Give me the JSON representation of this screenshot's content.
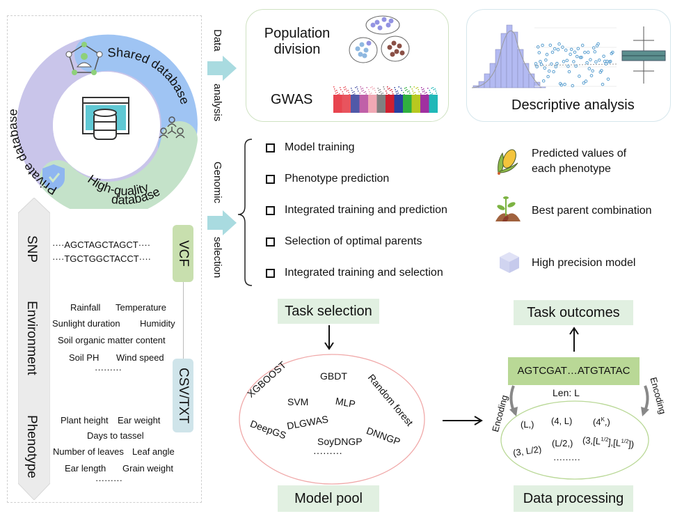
{
  "database_ring": {
    "private": "Private database",
    "shared": "Shared database",
    "high_quality_line1": "High-quality",
    "high_quality_line2": "database",
    "colors": {
      "private": "#c9c5ea",
      "shared": "#9fc4f3",
      "high_quality": "#c4e2c9"
    }
  },
  "data_types": {
    "snp_label": "SNP",
    "environment_label": "Environment",
    "phenotype_label": "Phenotype",
    "snp_seq1": "····AGCTAGCTAGCT····",
    "snp_seq2": "····TGCTGGCTACCT····",
    "vcf": "VCF",
    "csv": "CSV/TXT",
    "env_items": [
      "Rainfall",
      "Temperature",
      "Sunlight duration",
      "Humidity",
      "Soil organic matter content",
      "Soil PH",
      "Wind speed"
    ],
    "env_more": "·········",
    "pheno_items": [
      "Plant height",
      "Ear weight",
      "Days to tassel",
      "Number of leaves",
      "Leaf angle",
      "Ear length",
      "Grain weight"
    ],
    "pheno_more": "·········"
  },
  "arrows": {
    "data_analysis_1": "Data",
    "data_analysis_2": "analysis",
    "genomic_1": "Genomic",
    "genomic_2": "selection"
  },
  "analysis_card": {
    "population_line1": "Population",
    "population_line2": "division",
    "gwas": "GWAS",
    "gwas_colors": [
      "#e8444f",
      "#e8545e",
      "#5059a8",
      "#c060a8",
      "#f0a8b4",
      "#808080",
      "#d02030",
      "#2840a0",
      "#30b040",
      "#b8c820",
      "#a030a0",
      "#20b8b8"
    ]
  },
  "descriptive_card": {
    "title": "Descriptive analysis"
  },
  "tasks": [
    "Model training",
    "Phenotype prediction",
    "Integrated training and prediction",
    "Selection of optimal parents",
    "Integrated training and selection"
  ],
  "outputs": [
    {
      "line1": "Predicted values of",
      "line2": "each phenotype",
      "icon": "corn-icon"
    },
    {
      "line1": "Best parent combination",
      "line2": "",
      "icon": "seedling-icon"
    },
    {
      "line1": "High precision model",
      "line2": "",
      "icon": "cube-icon"
    }
  ],
  "workflow": {
    "task_selection": "Task selection",
    "model_pool": "Model pool",
    "task_outcomes": "Task outcomes",
    "data_processing": "Data processing",
    "models": [
      "XGBOOST",
      "GBDT",
      "Random forest",
      "SVM",
      "MLP",
      "DeepGS",
      "DLGWAS",
      "DNNGP",
      "SoyDNGP"
    ],
    "models_more": "·········",
    "sequence": "AGTCGAT…ATGTATAC",
    "length": "Len: L",
    "encoding": "Encoding",
    "shapes": [
      "(L,)",
      "(4, L)",
      "(4K,)",
      "(3, L/2)",
      "(L/2,)",
      "(3,[L1/2],[L1/2])"
    ],
    "shapes_more": "·········"
  }
}
